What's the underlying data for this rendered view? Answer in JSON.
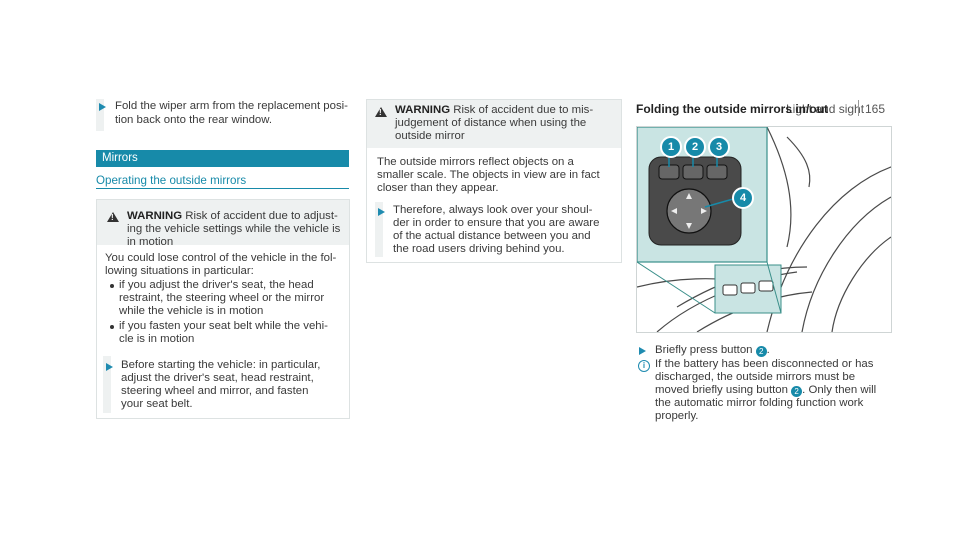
{
  "header": {
    "title": "Light and sight",
    "page_number": "165"
  },
  "col1": {
    "step1_line1": "Fold the wiper arm from the replacement posi-",
    "step1_line2": "tion back onto the rear window.",
    "section_title": "Mirrors",
    "subsection_title": "Operating the outside mirrors",
    "warning": {
      "label": "WARNING",
      "line1": "Risk of accident due to adjust-",
      "line2": "ing the vehicle settings while the vehicle is",
      "line3": "in motion",
      "body1": "You could lose control of the vehicle in the fol-",
      "body2": "lowing situations in particular:",
      "b1_line1": "if you adjust the driver's seat, the head",
      "b1_line2": "restraint, the steering wheel or the mirror",
      "b1_line3": "while the vehicle is in motion",
      "b2_line1": "if you fasten your seat belt while the vehi-",
      "b2_line2": "cle is in motion",
      "s_line1": "Before starting the vehicle: in particular,",
      "s_line2": "adjust the driver's seat, head restraint,",
      "s_line3": "steering wheel and mirror, and fasten",
      "s_line4": "your seat belt."
    }
  },
  "col2": {
    "warning": {
      "label": "WARNING",
      "line1": "Risk of accident due to mis-",
      "line2": "judgement of distance when using the",
      "line3": "outside mirror",
      "body1": "The outside mirrors reflect objects on a",
      "body2": "smaller scale. The objects in view are in fact",
      "body3": "closer than they appear.",
      "s_line1": "Therefore, always look over your shoul-",
      "s_line2": "der in order to ensure that you are aware",
      "s_line3": "of the actual distance between you and",
      "s_line4": "the road users driving behind you."
    }
  },
  "col3": {
    "section_title": "Folding the outside mirrors in/out",
    "callouts": [
      "1",
      "2",
      "3",
      "4"
    ],
    "step_prefix": "Briefly press button",
    "step_button": "2",
    "info_line1": "If the battery has been disconnected or has",
    "info_line2": "discharged, the outside mirrors must be",
    "info_line3_a": "moved briefly using button",
    "info_button": "2",
    "info_line3_b": ". Only then will",
    "info_line4": "the automatic mirror folding function work",
    "info_line5": "properly."
  },
  "colors": {
    "accent": "#178aa9",
    "panel_bg": "#eef1f1",
    "illustration_bg": "#c9e4e3"
  }
}
